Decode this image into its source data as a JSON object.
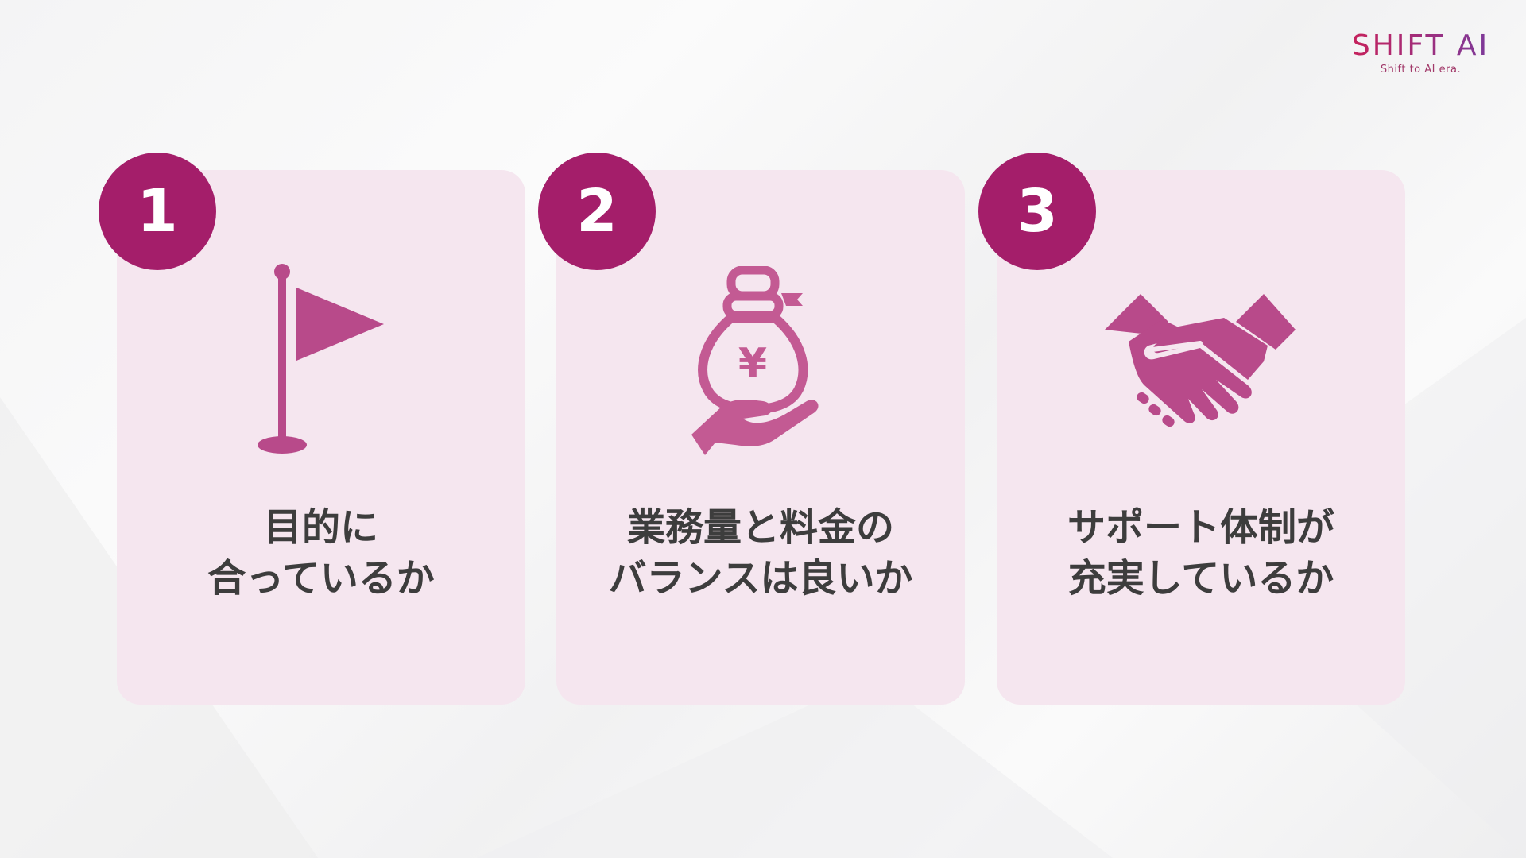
{
  "logo": {
    "name": "SHIFT AI",
    "tagline": "Shift to AI era."
  },
  "colors": {
    "badge": "#a41e6a",
    "icon": "#b84a8a",
    "card_bg": "#f5e6ef",
    "text": "#3d3d3d"
  },
  "cards": [
    {
      "number": "1",
      "icon": "flag-icon",
      "line1": "目的に",
      "line2": "合っているか"
    },
    {
      "number": "2",
      "icon": "money-bag-hand-icon",
      "line1": "業務量と料金の",
      "line2": "バランスは良いか"
    },
    {
      "number": "3",
      "icon": "handshake-icon",
      "line1": "サポート体制が",
      "line2": "充実しているか"
    }
  ]
}
